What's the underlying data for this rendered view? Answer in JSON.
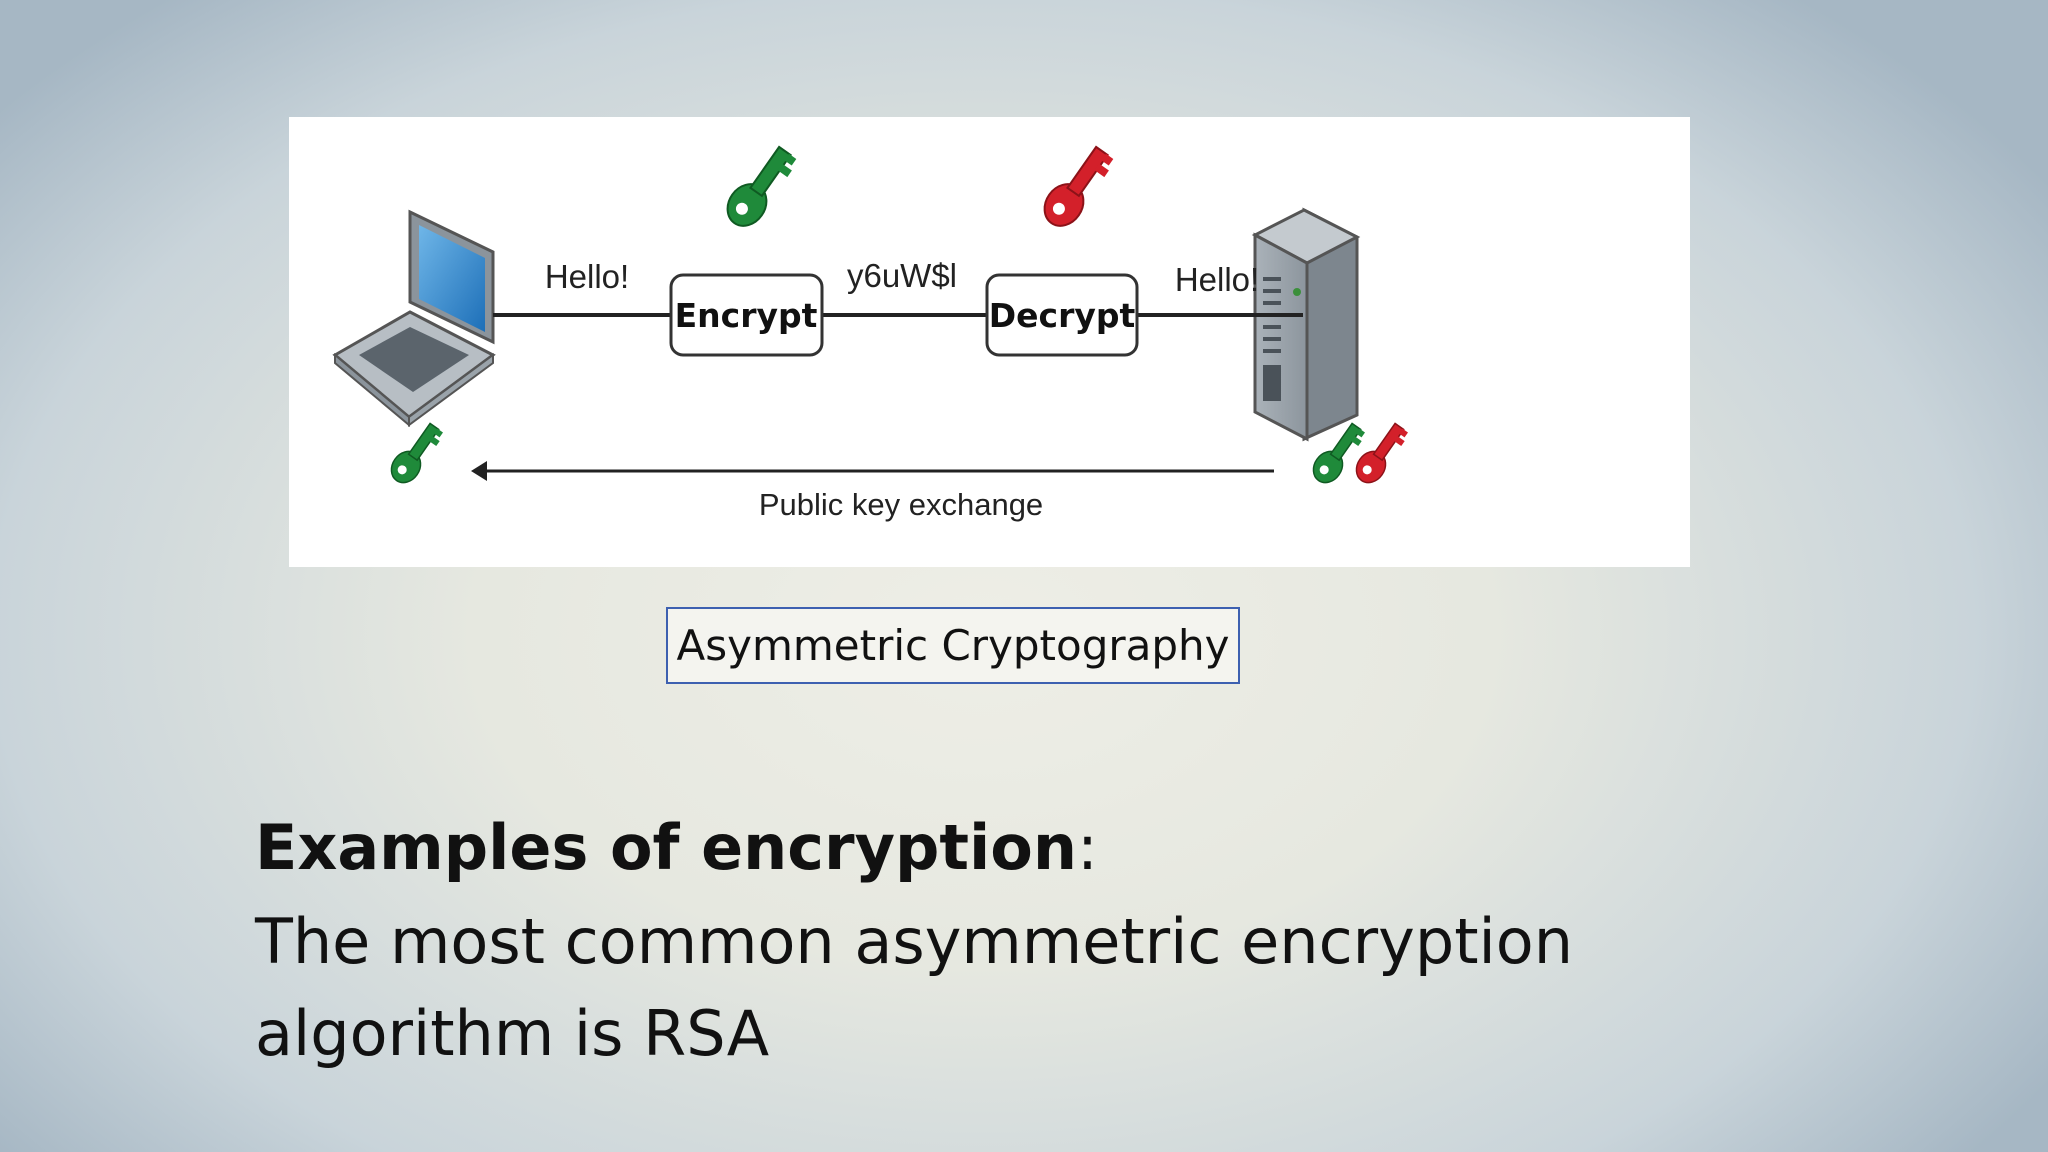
{
  "diagram": {
    "left_message": "Hello!",
    "encrypt_label": "Encrypt",
    "ciphertext": "y6uW$l",
    "decrypt_label": "Decrypt",
    "right_message": "Hello!",
    "exchange_label": "Public key exchange",
    "public_key_color": "#1f8a3a",
    "private_key_color": "#d3202a"
  },
  "caption": "Asymmetric Cryptography",
  "body": {
    "heading": "Examples of encryption",
    "heading_suffix": ":",
    "line1": "The most common asymmetric encryption",
    "line2": "algorithm is RSA"
  }
}
